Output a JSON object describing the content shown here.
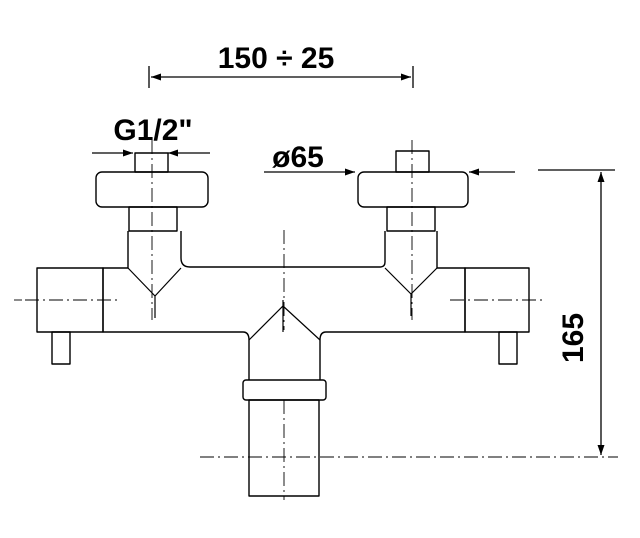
{
  "drawing": {
    "dimension_width": "150 ÷ 25",
    "thread_label": "G1/2\"",
    "diameter_label": "ø65",
    "height_label": "165"
  },
  "colors": {
    "line": "#000000",
    "background": "#ffffff"
  }
}
